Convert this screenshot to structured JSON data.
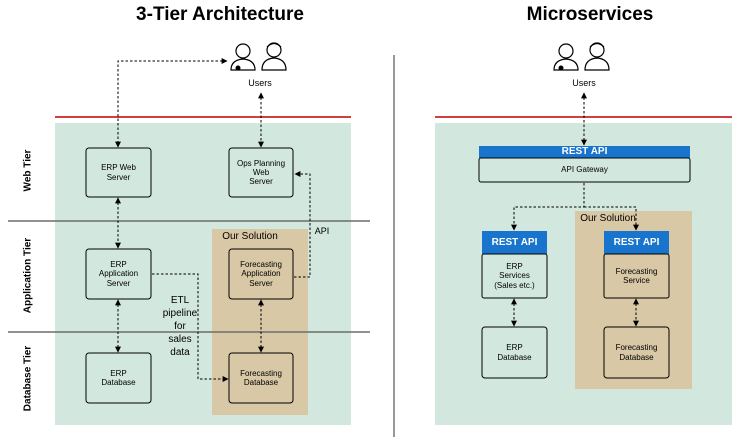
{
  "titles": {
    "left": "3-Tier Architecture",
    "right": "Microservices"
  },
  "users_label": "Users",
  "tiers": {
    "web": "Web Tier",
    "application": "Application Tier",
    "database": "Database Tier"
  },
  "three_tier": {
    "erp_web_server": "ERP Web\nServer",
    "ops_planning_web_server": "Ops Planning\nWeb\nServer",
    "erp_application_server": "ERP\nApplication\nServer",
    "forecasting_application_server": "Forecasting\nApplication\nServer",
    "erp_database": "ERP\nDatabase",
    "forecasting_database": "Forecasting\nDatabase",
    "our_solution": "Our Solution",
    "api_label": "API",
    "etl_label": "ETL\npipeline\nfor\nsales\ndata"
  },
  "microservices": {
    "rest_api": "REST API",
    "api_gateway": "API Gateway",
    "erp_services": "ERP\nServices\n(Sales etc.)",
    "forecasting_service": "Forecasting\nService",
    "erp_database": "ERP\nDatabase",
    "forecasting_database": "Forecasting\nDatabase",
    "our_solution": "Our Solution"
  },
  "colors": {
    "panel": "#d2e7dd",
    "solution": "#d8c8a6",
    "rest_api": "#1874cd",
    "red_line": "#c00000",
    "tier_line": "#6d6d6d"
  }
}
